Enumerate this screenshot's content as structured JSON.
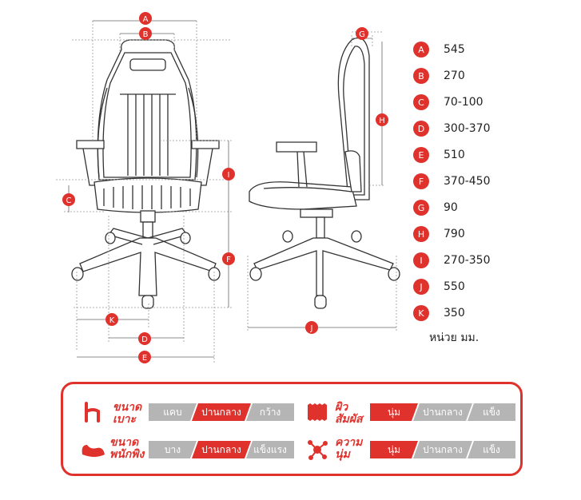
{
  "dimensions": [
    {
      "letter": "A",
      "value": "545"
    },
    {
      "letter": "B",
      "value": "270"
    },
    {
      "letter": "C",
      "value": "70-100"
    },
    {
      "letter": "D",
      "value": "300-370"
    },
    {
      "letter": "E",
      "value": "510"
    },
    {
      "letter": "F",
      "value": "370-450"
    },
    {
      "letter": "G",
      "value": "90"
    },
    {
      "letter": "H",
      "value": "790"
    },
    {
      "letter": "I",
      "value": "270-350"
    },
    {
      "letter": "J",
      "value": "550"
    },
    {
      "letter": "K",
      "value": "350"
    }
  ],
  "unit_text": "หน่วย มม.",
  "properties": {
    "seat_size": {
      "label1": "ขนาด",
      "label2": "เบาะ",
      "options": [
        "แคบ",
        "ปานกลาง",
        "กว้าง"
      ],
      "active": 1,
      "icon": "seat-size-icon"
    },
    "backrest_size": {
      "label1": "ขนาด",
      "label2": "พนักพิง",
      "options": [
        "บาง",
        "ปานกลาง",
        "แข็งแรง"
      ],
      "active": 1,
      "icon": "backrest-icon"
    },
    "surface": {
      "label1": "ผิว",
      "label2": "สัมผัส",
      "options": [
        "นุ่ม",
        "ปานกลาง",
        "แข็ง"
      ],
      "active": 0,
      "icon": "texture-icon"
    },
    "softness": {
      "label1": "ความ",
      "label2": "นุ่ม",
      "options": [
        "นุ่ม",
        "ปานกลาง",
        "แข็ง"
      ],
      "active": 0,
      "icon": "molecule-icon"
    }
  },
  "colors": {
    "accent": "#e0322c",
    "inactive": "#b5b5b5",
    "line": "#333333"
  }
}
